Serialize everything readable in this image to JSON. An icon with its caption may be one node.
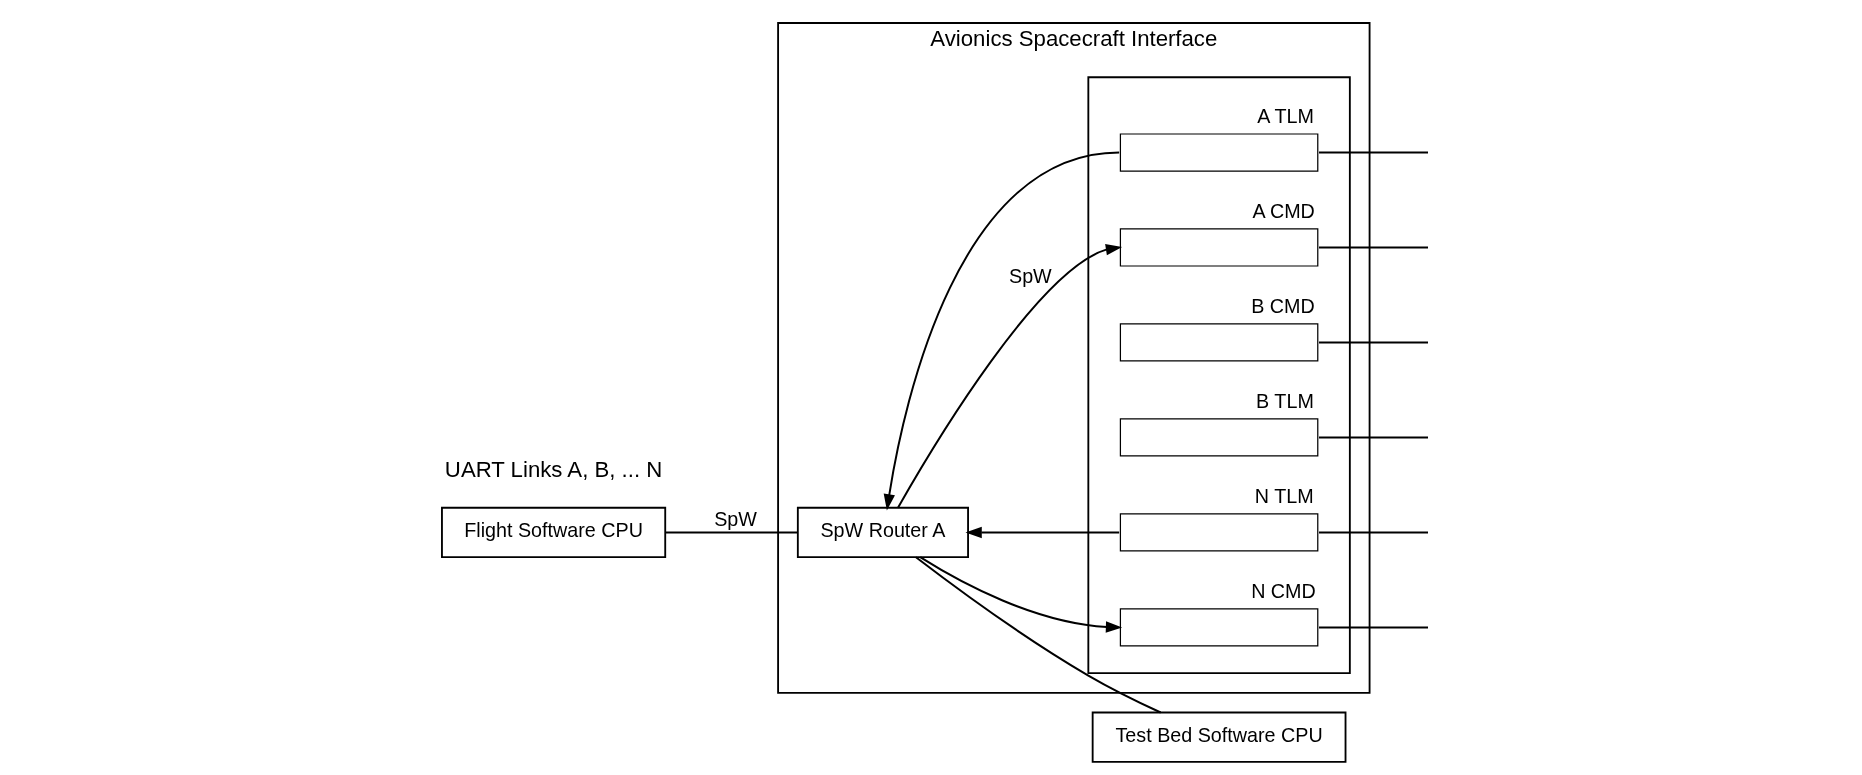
{
  "diagram": {
    "nodes": [
      {
        "text": [
          "Flight Software CPU"
        ]
      },
      {
        "text": [
          "Avionics Spacecraft Interface"
        ]
      },
      {
        "text": [
          "SpW Router A"
        ],
        "in": 1
      },
      {
        "text": [],
        "shape": "box",
        "in": 1
      },
      {
        "text": [],
        "shape": "box",
        "in": 3,
        "beside": [
          "A CMD"
        ]
      },
      {
        "text": [],
        "shape": "box",
        "in": 3,
        "beside": [
          "A TLM"
        ]
      },
      {
        "text": [],
        "shape": "box",
        "in": 3,
        "beside": [
          "B CMD"
        ]
      },
      {
        "text": [],
        "shape": "box",
        "in": 3,
        "beside": [
          "B TLM"
        ]
      },
      {
        "text": [],
        "shape": "box",
        "in": 3,
        "beside": [
          "N CMD"
        ]
      },
      {
        "text": [],
        "shape": "box",
        "in": 3,
        "beside": [
          "N TLM"
        ]
      },
      {
        "text": [
          "Test Bed Software CPU"
        ]
      }
    ],
    "edges": [
      {
        "from": 0,
        "to": 2,
        "arrow": "none",
        "label": "SpW"
      },
      {
        "from": 2,
        "to": 4,
        "arrow": "to",
        "label": "SpW"
      },
      {
        "from": 5,
        "to": 2,
        "arrow": "to"
      },
      {
        "from": 2,
        "to": 8,
        "arrow": "to"
      },
      {
        "from": 9,
        "to": 2,
        "arrow": "to"
      },
      {
        "from": 2,
        "to": 10,
        "arrow": "none"
      },
      {
        "from": 4,
        "to": null,
        "arrow": "none"
      },
      {
        "from": 5,
        "to": null,
        "arrow": "none"
      },
      {
        "from": 6,
        "to": null,
        "arrow": "none"
      },
      {
        "from": 7,
        "to": null,
        "arrow": "none"
      },
      {
        "from": 8,
        "to": null,
        "arrow": "none"
      },
      {
        "from": 9,
        "to": null,
        "arrow": "none"
      }
    ],
    "labels": [
      "UART Links A, B, ... N"
    ]
  }
}
